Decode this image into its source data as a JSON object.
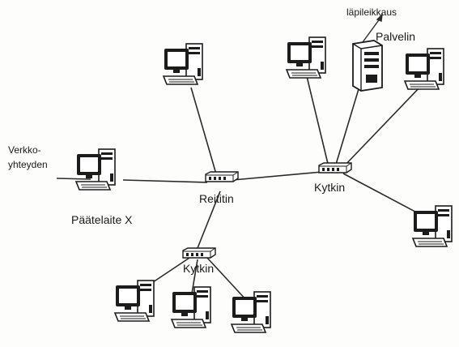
{
  "labels": {
    "connection": [
      "Verkko-",
      "yhteyden"
    ],
    "terminal": "Päätelaite X",
    "router": "Reititin",
    "switch_right": "Kytkin",
    "switch_bottom": "Kytkin",
    "server": "Palvelin",
    "cut": "läpileikkaus"
  },
  "icons": {
    "workstation": "desktop-computer-icon",
    "server": "server-tower-icon",
    "router": "router-icon",
    "switch": "network-switch-icon"
  },
  "colors": {
    "line": "#2a2a2a",
    "device_body": "#ffffff",
    "device_dark": "#1c1c1c"
  }
}
